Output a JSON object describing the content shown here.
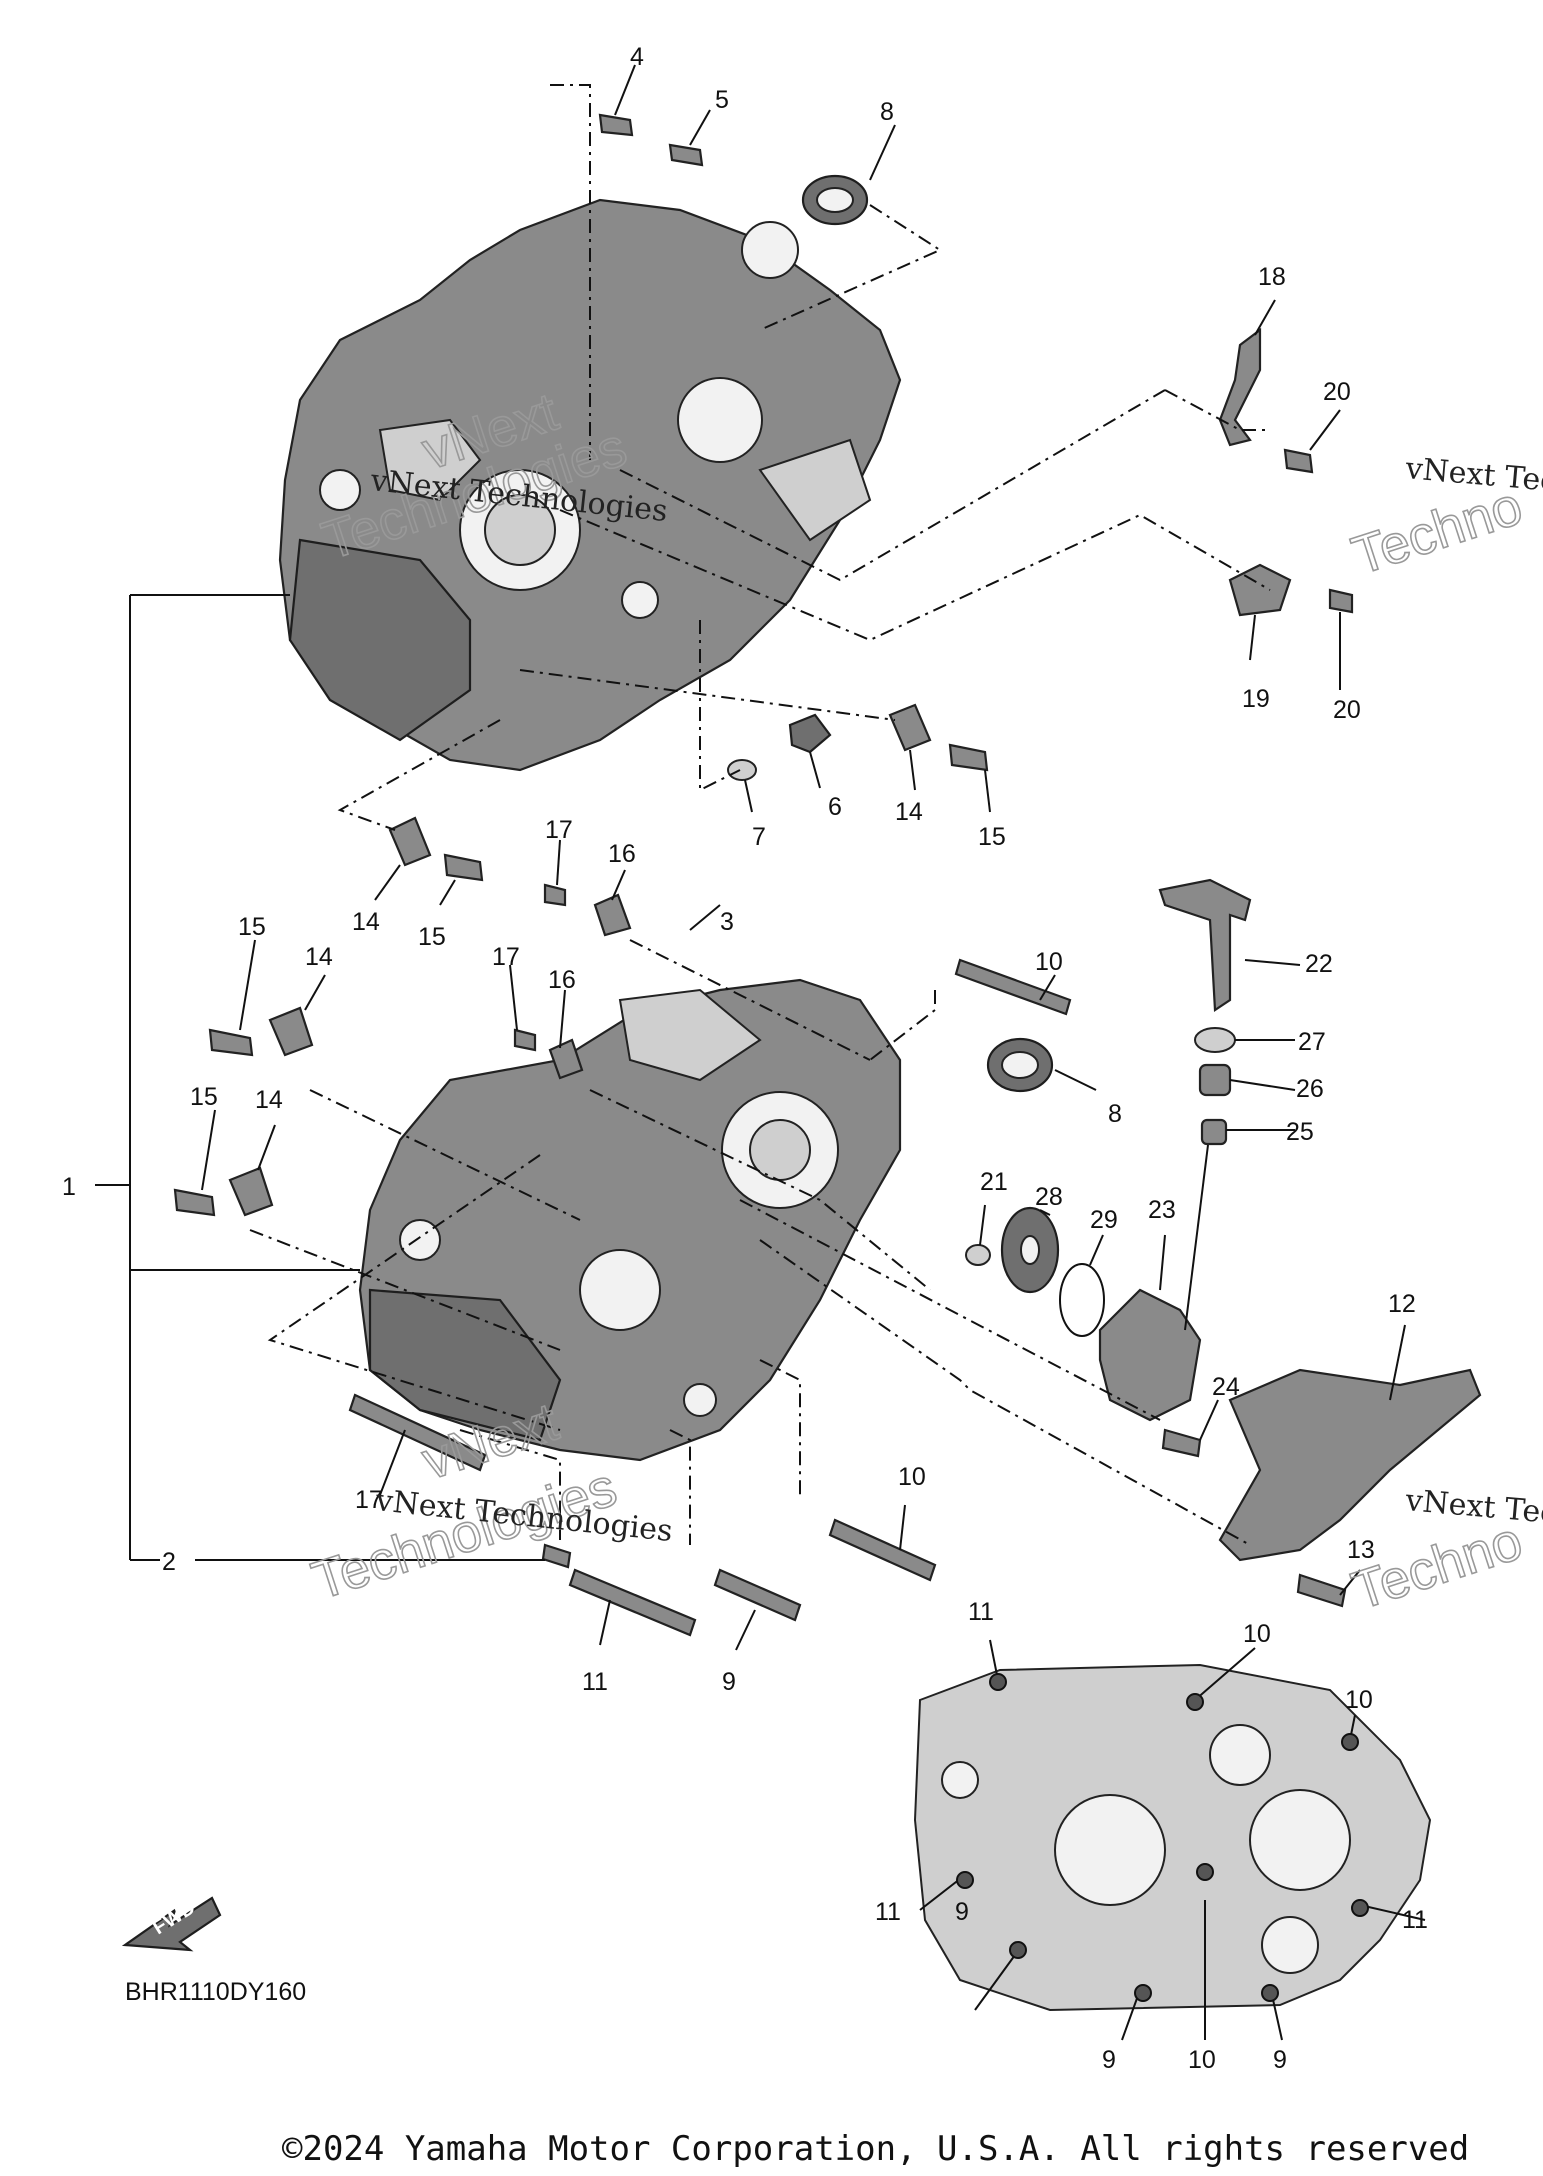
{
  "callouts": {
    "c1": "1",
    "c2": "2",
    "c3": "3",
    "c4": "4",
    "c5": "5",
    "c6": "6",
    "c7": "7",
    "c8a": "8",
    "c8b": "8",
    "c9a": "9",
    "c9b": "9",
    "c9c": "9",
    "c9d": "9",
    "c10a": "10",
    "c10b": "10",
    "c10c": "10",
    "c10d": "10",
    "c10e": "10",
    "c11a": "11",
    "c11b": "11",
    "c11c": "11",
    "c11d": "11",
    "c12": "12",
    "c13": "13",
    "c14a": "14",
    "c14b": "14",
    "c14c": "14",
    "c14d": "14",
    "c15a": "15",
    "c15b": "15",
    "c15c": "15",
    "c15d": "15",
    "c16a": "16",
    "c16b": "16",
    "c17a": "17",
    "c17b": "17",
    "c17c": "17",
    "c18": "18",
    "c19": "19",
    "c20a": "20",
    "c20b": "20",
    "c21": "21",
    "c22": "22",
    "c23": "23",
    "c24": "24",
    "c25": "25",
    "c26": "26",
    "c27": "27",
    "c28": "28",
    "c29": "29"
  },
  "watermark": {
    "small": "vNext Technologies",
    "big_line1": "vNext",
    "big_line2": "Technologies",
    "edge_small": "vNext Tec",
    "edge_big": "Techno"
  },
  "fwd_label": "FWD",
  "diagram_code": "BHR1110DY160",
  "copyright": "©2024 Yamaha Motor Corporation, U.S.A. All rights reserved"
}
